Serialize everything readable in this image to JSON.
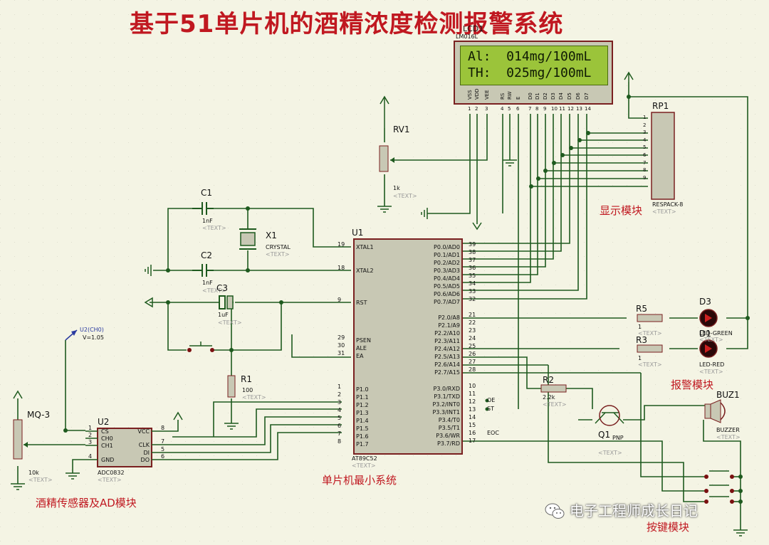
{
  "title": "基于51单片机的酒精浓度检测报警系统",
  "sections": {
    "display": "显示模块",
    "alarm": "报警模块",
    "mcu": "单片机最小系统",
    "sensor": "酒精传感器及AD模块",
    "keys": "按键模块"
  },
  "lcd": {
    "ref": "LCD1",
    "part": "LM016L",
    "line1": "Al:  014mg/100mL",
    "line2": "TH:  025mg/100mL",
    "pin_names": [
      "VSS",
      "VDD",
      "VEE",
      "RS",
      "RW",
      "E",
      "D0",
      "D1",
      "D2",
      "D3",
      "D4",
      "D5",
      "D6",
      "D7"
    ],
    "pin_nums": [
      "1",
      "2",
      "3",
      "4",
      "5",
      "6",
      "7",
      "8",
      "9",
      "10",
      "11",
      "12",
      "13",
      "14"
    ]
  },
  "rv1": {
    "ref": "RV1",
    "value": "1k",
    "text": "<TEXT>"
  },
  "rp1": {
    "ref": "RP1",
    "part": "RESPACK-8",
    "text": "<TEXT>",
    "pins": [
      "1",
      "2",
      "3",
      "4",
      "5",
      "6",
      "7",
      "8",
      "9"
    ]
  },
  "c1": {
    "ref": "C1",
    "value": "1nF",
    "text": "<TEXT>"
  },
  "c2": {
    "ref": "C2",
    "value": "1nF",
    "text": "<TEXT>"
  },
  "c3": {
    "ref": "C3",
    "value": "1uF",
    "text": "<TEXT>"
  },
  "x1": {
    "ref": "X1",
    "part": "CRYSTAL",
    "text": "<TEXT>"
  },
  "r1": {
    "ref": "R1",
    "value": "100",
    "text": "<TEXT>"
  },
  "r2": {
    "ref": "R2",
    "value": "2.2k",
    "text": "<TEXT>"
  },
  "r3": {
    "ref": "R3",
    "value": "1",
    "text": "<TEXT>"
  },
  "r5": {
    "ref": "R5",
    "value": "1",
    "text": "<TEXT>"
  },
  "d3": {
    "ref": "D3",
    "part": "LED-GREEN",
    "text": "<TEXT>"
  },
  "d1": {
    "ref": "D1",
    "part": "LED-RED",
    "text": "<TEXT>"
  },
  "q1": {
    "ref": "Q1",
    "part": "PNP",
    "text": "<TEXT>"
  },
  "buz1": {
    "ref": "BUZ1",
    "part": "BUZZER",
    "text": "<TEXT>"
  },
  "u1": {
    "ref": "U1",
    "part": "AT89C52",
    "text": "<TEXT>",
    "left_pins": [
      {
        "num": "19",
        "name": "XTAL1"
      },
      {
        "num": "18",
        "name": "XTAL2"
      },
      {
        "num": "9",
        "name": "RST"
      },
      {
        "num": "29",
        "name": "PSEN"
      },
      {
        "num": "30",
        "name": "ALE"
      },
      {
        "num": "31",
        "name": "EA"
      },
      {
        "num": "1",
        "name": "P1.0"
      },
      {
        "num": "2",
        "name": "P1.1"
      },
      {
        "num": "3",
        "name": "P1.2"
      },
      {
        "num": "4",
        "name": "P1.3"
      },
      {
        "num": "5",
        "name": "P1.4"
      },
      {
        "num": "6",
        "name": "P1.5"
      },
      {
        "num": "7",
        "name": "P1.6"
      },
      {
        "num": "8",
        "name": "P1.7"
      }
    ],
    "right_pins": [
      {
        "num": "39",
        "name": "P0.0/AD0"
      },
      {
        "num": "38",
        "name": "P0.1/AD1"
      },
      {
        "num": "37",
        "name": "P0.2/AD2"
      },
      {
        "num": "36",
        "name": "P0.3/AD3"
      },
      {
        "num": "35",
        "name": "P0.4/AD4"
      },
      {
        "num": "34",
        "name": "P0.5/AD5"
      },
      {
        "num": "33",
        "name": "P0.6/AD6"
      },
      {
        "num": "32",
        "name": "P0.7/AD7"
      },
      {
        "num": "21",
        "name": "P2.0/A8"
      },
      {
        "num": "22",
        "name": "P2.1/A9"
      },
      {
        "num": "23",
        "name": "P2.2/A10"
      },
      {
        "num": "24",
        "name": "P2.3/A11"
      },
      {
        "num": "25",
        "name": "P2.4/A12"
      },
      {
        "num": "26",
        "name": "P2.5/A13"
      },
      {
        "num": "27",
        "name": "P2.6/A14"
      },
      {
        "num": "28",
        "name": "P2.7/A15"
      },
      {
        "num": "10",
        "name": "P3.0/RXD"
      },
      {
        "num": "11",
        "name": "P3.1/TXD"
      },
      {
        "num": "12",
        "name": "P3.2/INT0"
      },
      {
        "num": "13",
        "name": "P3.3/INT1"
      },
      {
        "num": "14",
        "name": "P3.4/T0"
      },
      {
        "num": "15",
        "name": "P3.5/T1"
      },
      {
        "num": "16",
        "name": "P3.6/WR"
      },
      {
        "num": "17",
        "name": "P3.7/RD"
      }
    ],
    "net_labels": [
      "OE",
      "ST",
      "EOC"
    ]
  },
  "u2": {
    "ref": "U2",
    "part": "ADC0832",
    "text": "<TEXT>",
    "left_pins": [
      {
        "num": "1",
        "name": "CS"
      },
      {
        "num": "2",
        "name": "CH0"
      },
      {
        "num": "3",
        "name": "CH1"
      },
      {
        "num": "4",
        "name": "GND"
      }
    ],
    "right_pins": [
      {
        "num": "8",
        "name": "VCC"
      },
      {
        "num": "7",
        "name": "CLK"
      },
      {
        "num": "5",
        "name": "DI"
      },
      {
        "num": "6",
        "name": "DO"
      }
    ]
  },
  "mq3": {
    "ref": "MQ-3",
    "value": "10k",
    "text": "<TEXT>"
  },
  "probe": {
    "label": "U2(CH0)",
    "value": "V=1.05"
  },
  "watermark": "电子工程师成长日记"
}
